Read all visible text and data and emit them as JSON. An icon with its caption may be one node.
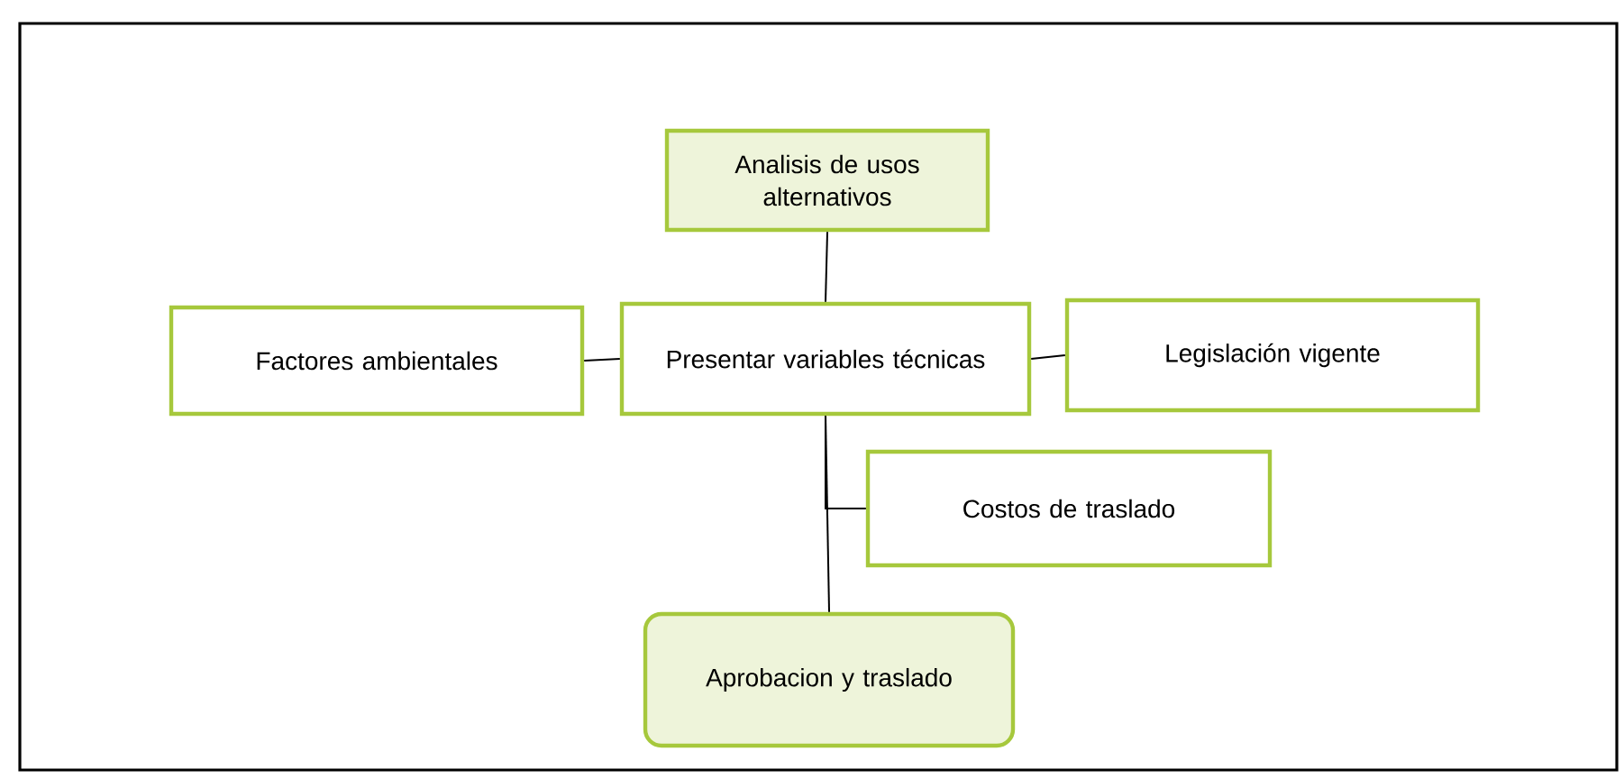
{
  "diagram": {
    "nodes": [
      {
        "text": [
          "Analisis de usos alternativos"
        ]
      },
      {
        "text": [
          "Factores ambientales"
        ]
      },
      {
        "text": [
          "Presentar variables técnicas"
        ]
      },
      {
        "text": [
          "Legislación vigente"
        ]
      },
      {
        "text": [
          "Costos de traslado"
        ]
      },
      {
        "text": [
          "Aprobacion y traslado"
        ]
      }
    ],
    "edges": [
      {
        "from": 0,
        "to": 2,
        "arrow": "none"
      },
      {
        "from": 1,
        "to": 2,
        "arrow": "none"
      },
      {
        "from": 2,
        "to": 3,
        "arrow": "none"
      },
      {
        "from": 2,
        "to": 4,
        "arrow": "none"
      },
      {
        "from": 2,
        "to": 5,
        "arrow": "none"
      }
    ]
  }
}
